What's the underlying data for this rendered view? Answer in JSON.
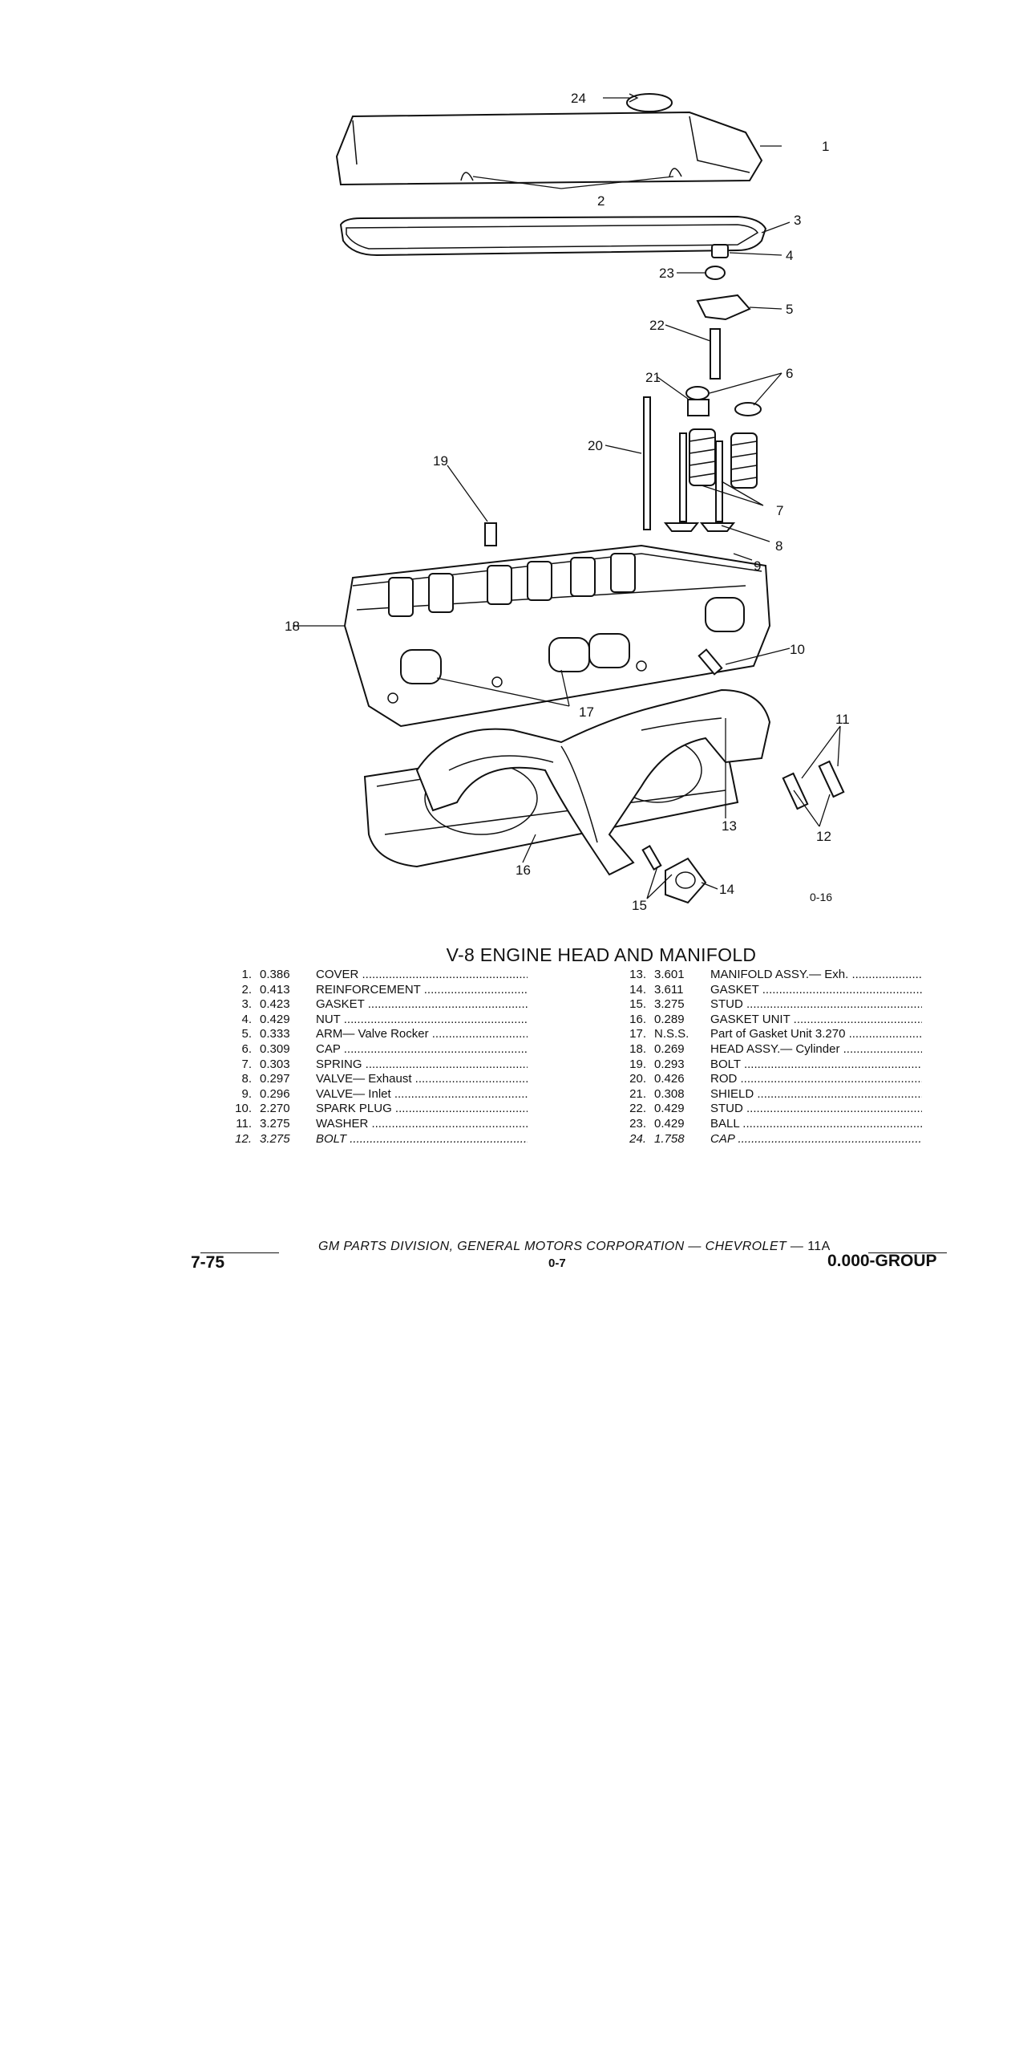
{
  "figure": {
    "callouts": [
      "1",
      "2",
      "3",
      "4",
      "5",
      "6",
      "7",
      "8",
      "9",
      "10",
      "11",
      "12",
      "13",
      "14",
      "15",
      "16",
      "17",
      "18",
      "19",
      "20",
      "21",
      "22",
      "23",
      "24"
    ],
    "code": "0-16"
  },
  "title": "V-8 ENGINE HEAD AND MANIFOLD",
  "parts_left": [
    {
      "num": "1.",
      "code": "0.386",
      "name": "COVER"
    },
    {
      "num": "2.",
      "code": "0.413",
      "name": "REINFORCEMENT"
    },
    {
      "num": "3.",
      "code": "0.423",
      "name": "GASKET"
    },
    {
      "num": "4.",
      "code": "0.429",
      "name": "NUT"
    },
    {
      "num": "5.",
      "code": "0.333",
      "name": "ARM— Valve Rocker"
    },
    {
      "num": "6.",
      "code": "0.309",
      "name": "CAP"
    },
    {
      "num": "7.",
      "code": "0.303",
      "name": "SPRING"
    },
    {
      "num": "8.",
      "code": "0.297",
      "name": "VALVE— Exhaust"
    },
    {
      "num": "9.",
      "code": "0.296",
      "name": "VALVE— Inlet"
    },
    {
      "num": "10.",
      "code": "2.270",
      "name": "SPARK PLUG"
    },
    {
      "num": "11.",
      "code": "3.275",
      "name": "WASHER"
    },
    {
      "num": "12.",
      "code": "3.275",
      "name": "BOLT"
    }
  ],
  "parts_right": [
    {
      "num": "13.",
      "code": "3.601",
      "name": "MANIFOLD ASSY.— Exh."
    },
    {
      "num": "14.",
      "code": "3.611",
      "name": "GASKET"
    },
    {
      "num": "15.",
      "code": "3.275",
      "name": "STUD"
    },
    {
      "num": "16.",
      "code": "0.289",
      "name": "GASKET UNIT"
    },
    {
      "num": "17.",
      "code": "N.S.S.",
      "name": "Part of Gasket Unit 3.270"
    },
    {
      "num": "18.",
      "code": "0.269",
      "name": "HEAD ASSY.— Cylinder"
    },
    {
      "num": "19.",
      "code": "0.293",
      "name": "BOLT"
    },
    {
      "num": "20.",
      "code": "0.426",
      "name": "ROD"
    },
    {
      "num": "21.",
      "code": "0.308",
      "name": "SHIELD"
    },
    {
      "num": "22.",
      "code": "0.429",
      "name": "STUD"
    },
    {
      "num": "23.",
      "code": "0.429",
      "name": "BALL"
    },
    {
      "num": "24.",
      "code": "1.758",
      "name": "CAP"
    }
  ],
  "footer": {
    "date": "7-75",
    "corp": "GM PARTS DIVISION, GENERAL MOTORS CORPORATION — CHEVROLET —",
    "unit": "11A",
    "page": "0-7",
    "group": "0.000-GROUP"
  }
}
